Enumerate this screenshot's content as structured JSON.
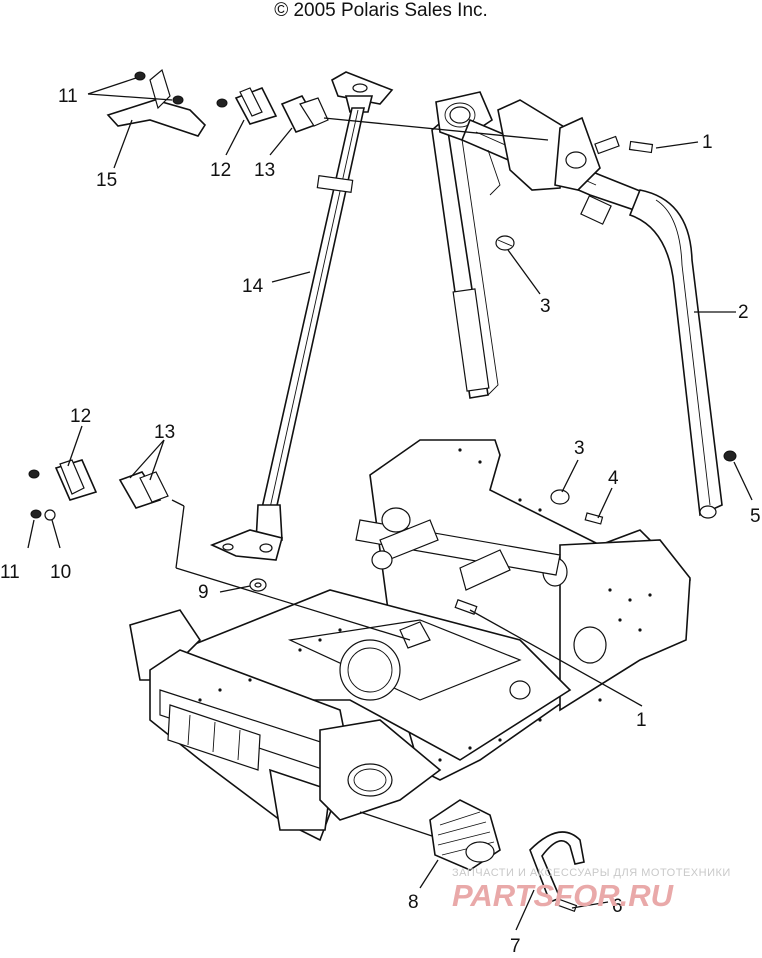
{
  "header": {
    "copyright": "© 2005 Polaris Sales Inc."
  },
  "callouts": [
    {
      "id": "c1a",
      "label": "1"
    },
    {
      "id": "c1b",
      "label": "1"
    },
    {
      "id": "c2",
      "label": "2"
    },
    {
      "id": "c3a",
      "label": "3"
    },
    {
      "id": "c3b",
      "label": "3"
    },
    {
      "id": "c4",
      "label": "4"
    },
    {
      "id": "c5",
      "label": "5"
    },
    {
      "id": "c6",
      "label": "6"
    },
    {
      "id": "c7",
      "label": "7"
    },
    {
      "id": "c8",
      "label": "8"
    },
    {
      "id": "c9",
      "label": "9"
    },
    {
      "id": "c10",
      "label": "10"
    },
    {
      "id": "c11a",
      "label": "11"
    },
    {
      "id": "c11b",
      "label": "11"
    },
    {
      "id": "c12a",
      "label": "12"
    },
    {
      "id": "c12b",
      "label": "12"
    },
    {
      "id": "c13a",
      "label": "13"
    },
    {
      "id": "c13b",
      "label": "13"
    },
    {
      "id": "c14",
      "label": "14"
    },
    {
      "id": "c15",
      "label": "15"
    }
  ],
  "watermark": {
    "tagline": "ЗАПЧАСТИ И АКСЕССУАРЫ ДЛЯ МОТОТЕХНИКИ",
    "logo": "PARTSFOR.RU"
  }
}
